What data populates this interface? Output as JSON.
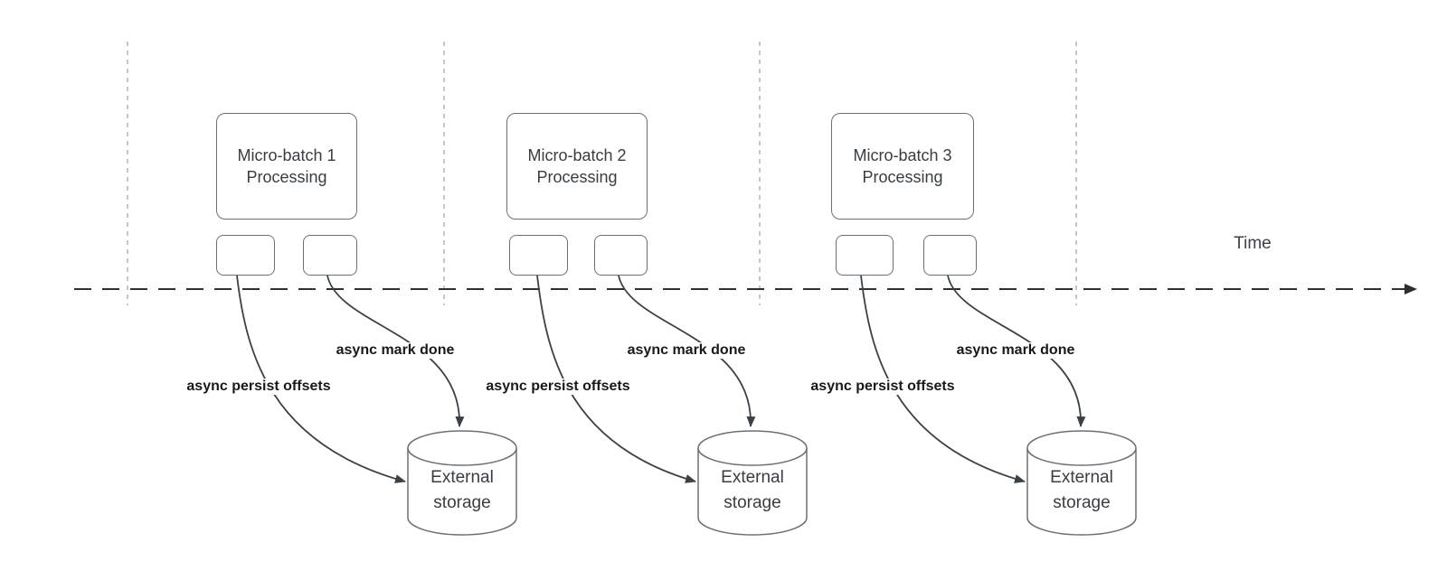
{
  "diagram": {
    "time_axis_label": "Time",
    "groups": [
      {
        "box_line1": "Micro-batch 1",
        "box_line2": "Processing",
        "persist_arrow_label": "async persist offsets",
        "mark_done_arrow_label": "async mark done",
        "storage_line1": "External",
        "storage_line2": "storage"
      },
      {
        "box_line1": "Micro-batch 2",
        "box_line2": "Processing",
        "persist_arrow_label": "async persist offsets",
        "mark_done_arrow_label": "async mark done",
        "storage_line1": "External",
        "storage_line2": "storage"
      },
      {
        "box_line1": "Micro-batch 3",
        "box_line2": "Processing",
        "persist_arrow_label": "async persist offsets",
        "mark_done_arrow_label": "async mark done",
        "storage_line1": "External",
        "storage_line2": "storage"
      }
    ],
    "colors": {
      "background": "#ffffff",
      "gridline_gray": "#b3b3b3",
      "axis_dark": "#2b2f33",
      "arrow_dark": "#3a4149",
      "shape_border_gray": "#6b7076",
      "shape_text": "#383d44",
      "label_text": "#17191c"
    }
  }
}
